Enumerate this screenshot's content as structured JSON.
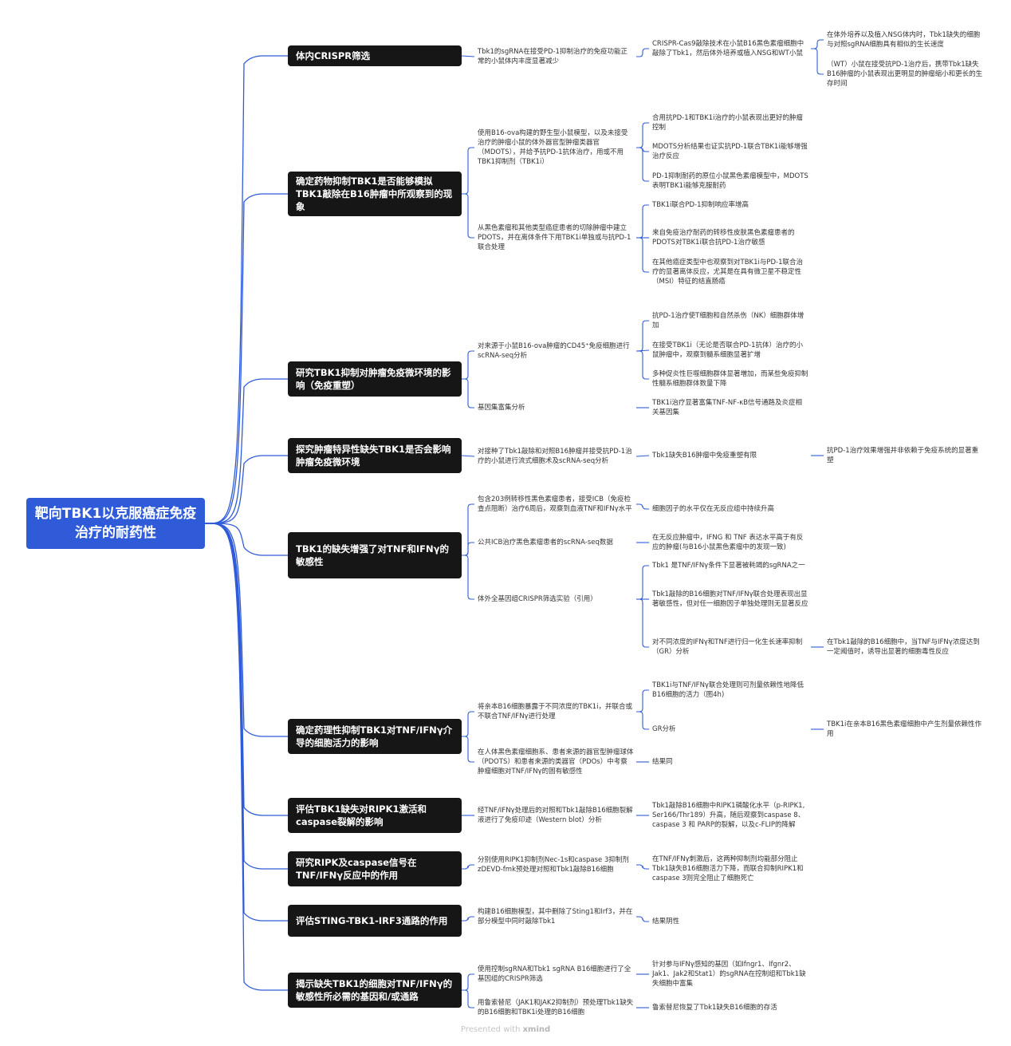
{
  "root": "靶向TBK1以克服癌症免疫治疗的耐药性",
  "branches": [
    {
      "title": "体内CRISPR筛选",
      "children": [
        {
          "text": "Tbk1的sgRNA在接受PD-1抑制治疗的免疫功能正常的小鼠体内丰度显著减少",
          "children": [
            {
              "text": "CRISPR-Cas9敲除技术在小鼠B16黑色素瘤细胞中敲除了Tbk1，然后体外培养或植入NSG和WT小鼠",
              "children": [
                "在体外培养以及植入NSG体内时，Tbk1缺失的细胞与对照sgRNA细胞具有相似的生长速度",
                "（WT）小鼠在接受抗PD-1治疗后，携带Tbk1缺失B16肿瘤的小鼠表现出更明显的肿瘤缩小和更长的生存时间"
              ]
            }
          ]
        }
      ]
    },
    {
      "title": "确定药物抑制TBK1是否能够模拟TBK1敲除在B16肿瘤中所观察到的现象",
      "children": [
        {
          "text": "使用B16-ova构建的野生型小鼠模型，以及未接受治疗的肿瘤小鼠的体外器官型肿瘤类器官（MDOTS），并给予抗PD-1抗体治疗，用或不用TBK1抑制剂（TBK1i）",
          "children": [
            "合用抗PD-1和TBK1i治疗的小鼠表现出更好的肿瘤控制",
            "MDOTS分析结果也证实抗PD-1联合TBK1i能够增强治疗反应",
            "PD-1抑制耐药的原位小鼠黑色素瘤模型中，MDOTS表明TBK1i能够克服耐药"
          ]
        },
        {
          "text": "从黑色素瘤和其他类型癌症患者的切除肿瘤中建立PDOTS，并在离体条件下用TBK1i单独或与抗PD-1联合处理",
          "children": [
            "TBK1i联合PD-1抑制响应率增高",
            "来自免疫治疗耐药的转移性皮肤黑色素瘤患者的PDOTS对TBK1i联合抗PD-1治疗敏感",
            "在其他癌症类型中也观察到对TBK1i与PD-1联合治疗的显著离体反应，尤其是在具有微卫星不稳定性（MSI）特征的结直肠癌"
          ]
        }
      ]
    },
    {
      "title": "研究TBK1抑制对肿瘤免疫微环境的影响（免疫重塑）",
      "children": [
        {
          "text": "对来源于小鼠B16-ova肿瘤的CD45⁺免疫细胞进行scRNA-seq分析",
          "children": [
            "抗PD-1治疗使T细胞和自然杀伤（NK）细胞群体增加",
            "在接受TBK1i（无论是否联合PD-1抗体）治疗的小鼠肿瘤中，观察到髓系细胞显著扩增",
            "多种促炎性巨噬细胞群体显著増加，而某些免疫抑制性髓系细胞群体数量下降"
          ]
        },
        {
          "text": "基因集富集分析",
          "children": [
            "TBK1i治疗显著富集TNF-NF-κB信号通路及炎症相关基因集"
          ]
        }
      ]
    },
    {
      "title": "探究肿瘤特异性缺失TBK1是否会影响肿瘤免疫微环境",
      "children": [
        {
          "text": "对接种了Tbk1敲除和对照B16肿瘤并接受抗PD-1治疗的小鼠进行流式细胞术及scRNA-seq分析",
          "children": [
            {
              "text": "Tbk1缺失B16肿瘤中免疫重塑有限",
              "children": [
                "抗PD-1治疗效果增强并非依赖于免疫系统的显著重塑"
              ]
            }
          ]
        }
      ]
    },
    {
      "title": "TBK1的缺失增强了对TNF和IFNγ的敏感性",
      "children": [
        {
          "text": "包含203例转移性黑色素瘤患者，接受ICB（免疫检查点阻断）治疗6周后，观察到血液TNF和IFNγ水平",
          "children": [
            "细胞因子的水平仅在无反应组中持续升高"
          ]
        },
        {
          "text": "公共ICB治疗黑色素瘤患者的scRNA-seq数据",
          "children": [
            "在无反应肿瘤中，IFNG 和 TNF 表达水平高于有反应的肿瘤(与B16小鼠黑色素瘤中的发现一致)"
          ]
        },
        {
          "text": "体外全基因组CRISPR筛选实验（引用）",
          "children": [
            "Tbk1 是TNF/IFNγ条件下显著被耗竭的sgRNA之一",
            "Tbk1敲除的B16细胞对TNF/IFNγ联合处理表现出显著敏感性，但对任一细胞因子单独处理则无显著反应",
            {
              "text": "对不同浓度的IFNγ和TNF进行归一化生长速率抑制（GR）分析",
              "children": [
                "在Tbk1敲除的B16细胞中，当TNF与IFNγ浓度达到一定阈值时，诱导出显著的细胞毒性反应"
              ]
            }
          ]
        }
      ]
    },
    {
      "title": "确定药理性抑制TBK1对TNF/IFNγ介导的细胞活力的影响",
      "children": [
        {
          "text": "将亲本B16细胞暴露于不同浓度的TBK1i，并联合或不联合TNF/IFNγ进行处理",
          "children": [
            "TBK1i与TNF/IFNγ联合处理则可剂量依赖性地降低B16细胞的活力（图4h)",
            {
              "text": "GR分析",
              "children": [
                "TBK1i在亲本B16黑色素瘤细胞中产生剂量依赖性作用"
              ]
            }
          ]
        },
        {
          "text": "在人体黑色素瘤细胞系、患者来源的器官型肿瘤球体（PDOTS）和患者来源的类器官（PDOs）中考察肿瘤细胞对TNF/IFNγ的固有敏感性",
          "children": [
            "结果同"
          ]
        }
      ]
    },
    {
      "title": "评估TBK1缺失对RIPK1激活和caspase裂解的影响",
      "children": [
        {
          "text": "经TNF/IFNγ处理后的对照和Tbk1敲除B16细胞裂解液进行了免疫印迹（Western blot）分析",
          "children": [
            "Tbk1敲除B16细胞中RIPK1磷酸化水平（p-RIPK1, Ser166/Thr189）升高，随后观察到caspase 8、caspase 3 和 PARP的裂解，以及c-FLIP的降解"
          ]
        }
      ]
    },
    {
      "title": "研究RIPK及caspase信号在TNF/IFNγ反应中的作用",
      "children": [
        {
          "text": "分别使用RIPK1抑制剂Nec-1s和caspase 3抑制剂zDEVD-fmk预处理对照和Tbk1敲除B16细胞",
          "children": [
            "在TNF/IFNγ刺激后，这两种抑制剂均能部分阻止Tbk1缺失B16细胞活力下降，而联合抑制RIPK1和caspase 3则完全阻止了细胞死亡"
          ]
        }
      ]
    },
    {
      "title": "评估STING-TBK1-IRF3通路的作用",
      "children": [
        {
          "text": "构建B16细胞模型，其中删除了Sting1和Irf3，并在部分模型中同时敲除Tbk1",
          "children": [
            "结果阴性"
          ]
        }
      ]
    },
    {
      "title": "揭示缺失TBK1的细胞对TNF/IFNγ的敏感性所必需的基因和/或通路",
      "children": [
        {
          "text": "使用控制sgRNA和Tbk1 sgRNA B16细胞进行了全基因组的CRISPR筛选",
          "children": [
            "针对参与IFNγ感知的基因（如Ifngr1、Ifgnr2、Jak1、Jak2和Stat1）的sgRNA在控制组和Tbk1缺失细胞中富集"
          ]
        },
        {
          "text": "用鲁索替尼（JAK1和JAK2抑制剂）预处理Tbk1缺失的B16细胞和TBK1i处理的B16细胞",
          "children": [
            "鲁索替尼恢复了Tbk1缺失B16细胞的存活"
          ]
        }
      ]
    }
  ],
  "footer": {
    "prefix": "Presented with",
    "brand": "xmind"
  },
  "colors": {
    "root_bg": "#2f5bd8",
    "topic_bg": "#161616",
    "connector": "#2f5bd8",
    "text": "#333333"
  }
}
